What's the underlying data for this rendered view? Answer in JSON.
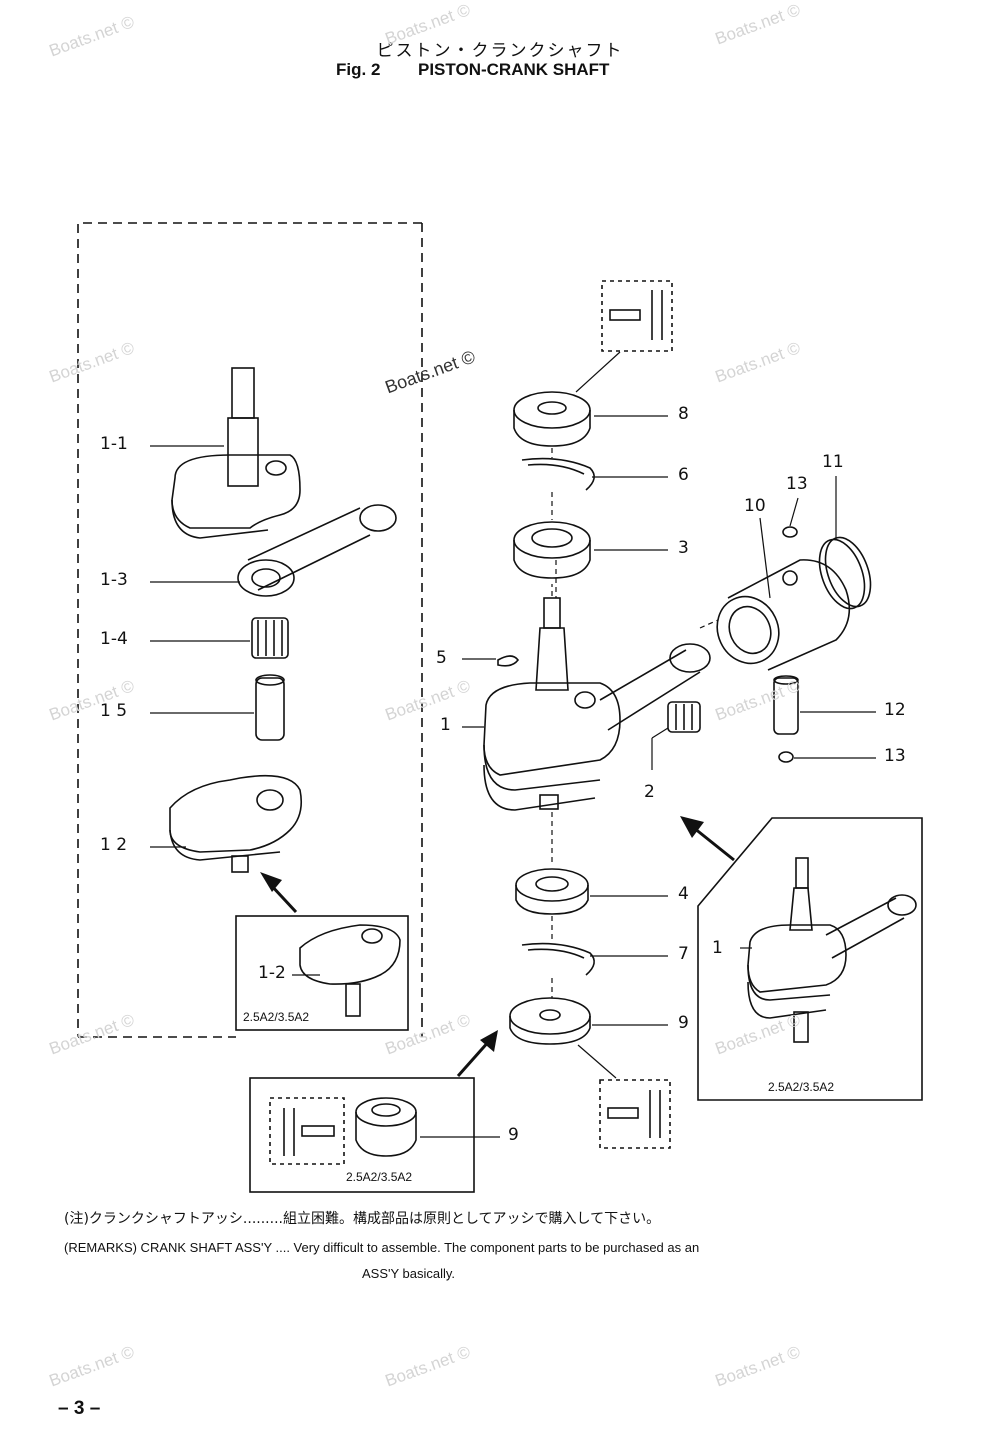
{
  "title_jp": "ピストン・クランクシャフト",
  "figure_number": "Fig. 2",
  "figure_title": "PISTON-CRANK SHAFT",
  "watermark": "Boats.net ©",
  "callouts": {
    "c1_1": "1-1",
    "c1_3": "1-3",
    "c1_4": "1-4",
    "c1_5": "1 5",
    "c1_2": "1 2",
    "c1_2_inset": "1-2",
    "c1_inset": "1",
    "c1": "1",
    "c2": "2",
    "c3": "3",
    "c4": "4",
    "c5": "5",
    "c6": "6",
    "c7": "7",
    "c8": "8",
    "c9": "9",
    "c9_inset": "9",
    "c10": "10",
    "c11": "11",
    "c12": "12",
    "c13a": "13",
    "c13b": "13"
  },
  "inset_model_label": "2.5A2/3.5A2",
  "remarks": {
    "jp": "(注)クランクシャフトアッシ.........組立困難。構成部品は原則としてアッシで購入して下さい。",
    "en_line1": "(REMARKS) CRANK SHAFT ASS'Y .... Very difficult to assemble. The component parts to be purchased as an",
    "en_line2": "ASS'Y basically."
  },
  "page_number": "– 3 –",
  "colors": {
    "ink": "#111111",
    "watermark": "#d4d4d4"
  }
}
